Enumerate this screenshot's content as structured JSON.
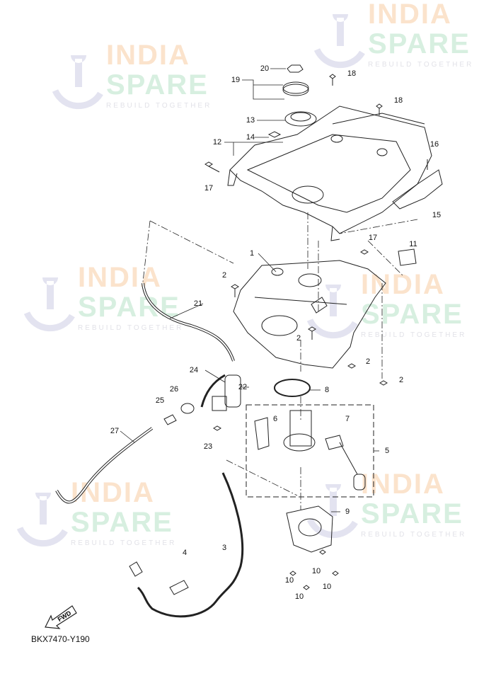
{
  "diagram_code": "BKX7470-Y190",
  "forward_arrow_label": "FWD",
  "watermark": {
    "line1": "INDIA",
    "line2": "SPARE",
    "tagline": "REBUILD TOGETHER",
    "colors": {
      "india": "#fbe3cc",
      "spare": "#d7efe0",
      "icon": "#e3e3f0"
    }
  },
  "callouts": [
    "20",
    "19",
    "18",
    "18",
    "13",
    "14",
    "12",
    "16",
    "17",
    "15",
    "17",
    "11",
    "1",
    "2",
    "21",
    "2",
    "2",
    "2",
    "24",
    "22",
    "8",
    "26",
    "25",
    "6",
    "7",
    "27",
    "5",
    "23",
    "9",
    "3",
    "4",
    "10",
    "10",
    "10",
    "10"
  ]
}
